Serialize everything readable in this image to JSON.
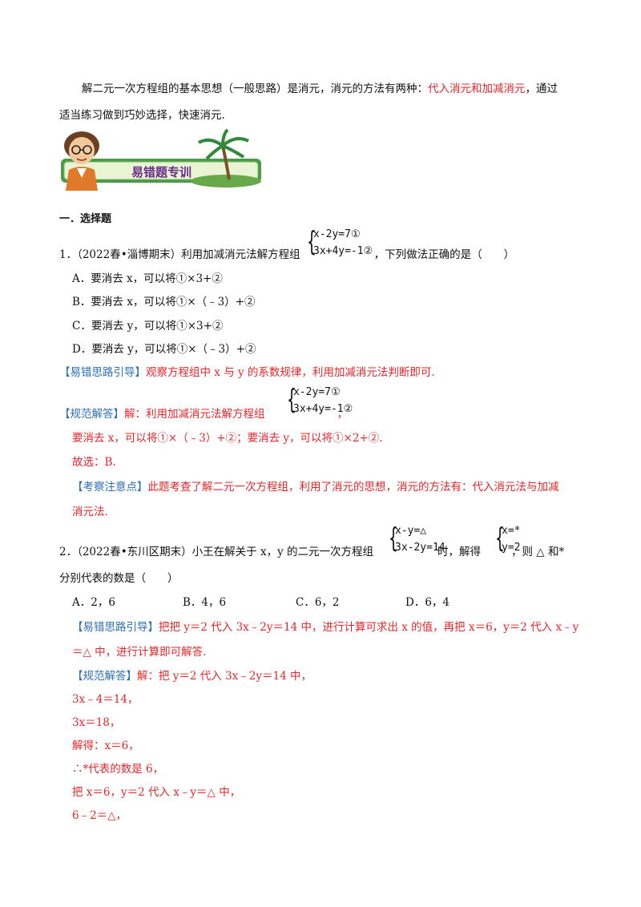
{
  "intro": {
    "line1_a": "解二元一次方程组的基本思想（一般思路）是消元，消元的方法有两种：",
    "line1_red": "代入消元和加减消元",
    "line1_b": "，通过",
    "line2": "适当练习做到巧妙选择，快速消元."
  },
  "banner": {
    "title": "易错题专训"
  },
  "section_title": "一．选择题",
  "q1": {
    "stem_a": "1．（2022春•淄博期末）利用加减消元法解方程组",
    "eq1": "x-2y=7①",
    "eq2": "3x+4y=-1②",
    "stem_b": "，下列做法正确的是（　　）",
    "opt_a": "A．要消去 x，可以将①×3+②",
    "opt_b": "B．要消去 x，可以将①×（﹣3）+②",
    "opt_c": "C．要消去 y，可以将①×3+②",
    "opt_d": "D．要消去 y，可以将①×（﹣3）+②",
    "hint_label": "【易错思路引导】",
    "hint_text": "观察方程组中 x 与 y 的系数规律，利用加减消元法判断即可.",
    "sol_label": "【规范解答】",
    "sol_a": "解：利用加减消元法解方程组",
    "sol_eq1": "x-2y=7①",
    "sol_eq2": "3x+4y=-1②",
    "sol_b": "，",
    "sol_line2": "要消去 x，可以将①×（﹣3）+②；要消去 y，可以将①×2+②.",
    "sol_line3": "故选：B.",
    "note_label": "【考察注意点】",
    "note_text": "此题考查了解二元一次方程组，利用了消元的思想，消元的方法有：代入消元法与加减",
    "note_text2": "消元法."
  },
  "q2": {
    "stem_a": "2．（2022春•东川区期末）小王在解关于 x，y 的二元一次方程组",
    "eq1": "x-y=△",
    "eq2": "3x-2y=14",
    "stem_mid": "时，解得",
    "sol1": "x=*",
    "sol2": "y=2",
    "stem_b": "，则 △ 和*",
    "stem_line2": "分别代表的数是（　　）",
    "opt_a": "A．2，6",
    "opt_b": "B．4，6",
    "opt_c": "C．6，2",
    "opt_d": "D．6，4",
    "hint_label": "【易错思路引导】",
    "hint_text": "把把 y＝2 代入 3x﹣2y＝14 中，进行计算可求出 x 的值，再把 x＝6，y＝2 代入 x﹣y",
    "hint_text2": "＝△ 中，进行计算即可解答.",
    "sol_label": "【规范解答】",
    "sol_text": "解：把 y＝2 代入 3x﹣2y＝14 中，",
    "steps": [
      "3x﹣4＝14，",
      "3x＝18，",
      "解得：x＝6，",
      "∴*代表的数是 6，",
      "把 x＝6，y＝2 代入 x﹣y＝△ 中，",
      "6﹣2＝△，"
    ]
  }
}
